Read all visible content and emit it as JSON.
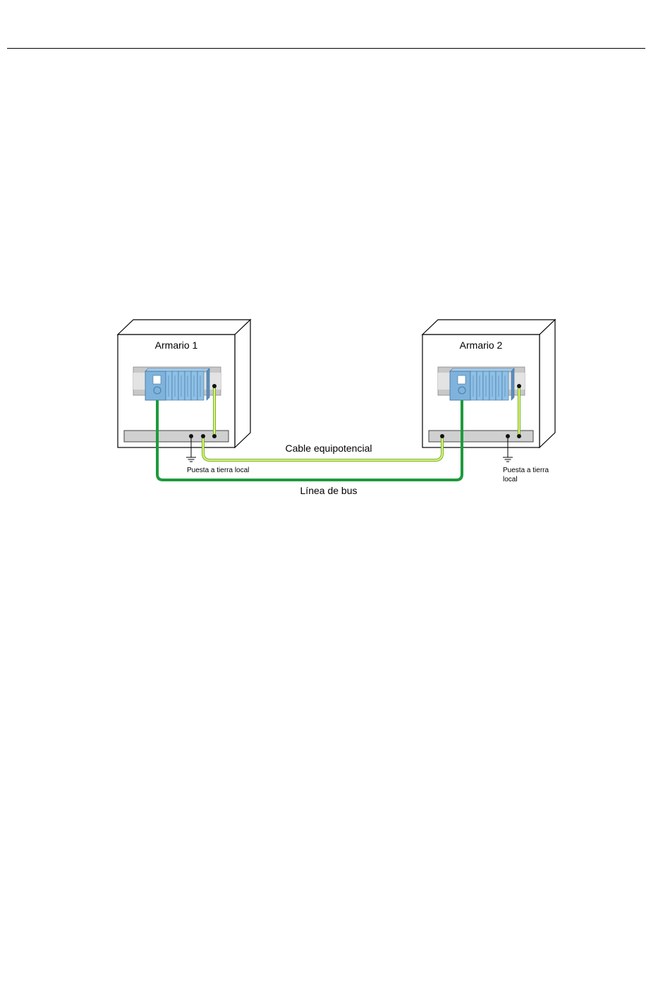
{
  "diagram": {
    "cabinet_1_label": "Armario 1",
    "cabinet_2_label": "Armario 2",
    "equipotential_cable_label": "Cable equipotencial",
    "bus_line_label": "Línea de bus",
    "local_ground_1_label": "Puesta a tierra local",
    "local_ground_2_line1": "Puesta a tierra",
    "local_ground_2_line2": "local"
  },
  "colors": {
    "bus_line": "#1e9a3c",
    "equipotential_outer": "#6cb43f",
    "equipotential_inner": "#e8f26a",
    "module_blue": "#7fb3dc",
    "rail_gray": "#c8c8c8",
    "busbar_gray": "#d0d0d0"
  }
}
